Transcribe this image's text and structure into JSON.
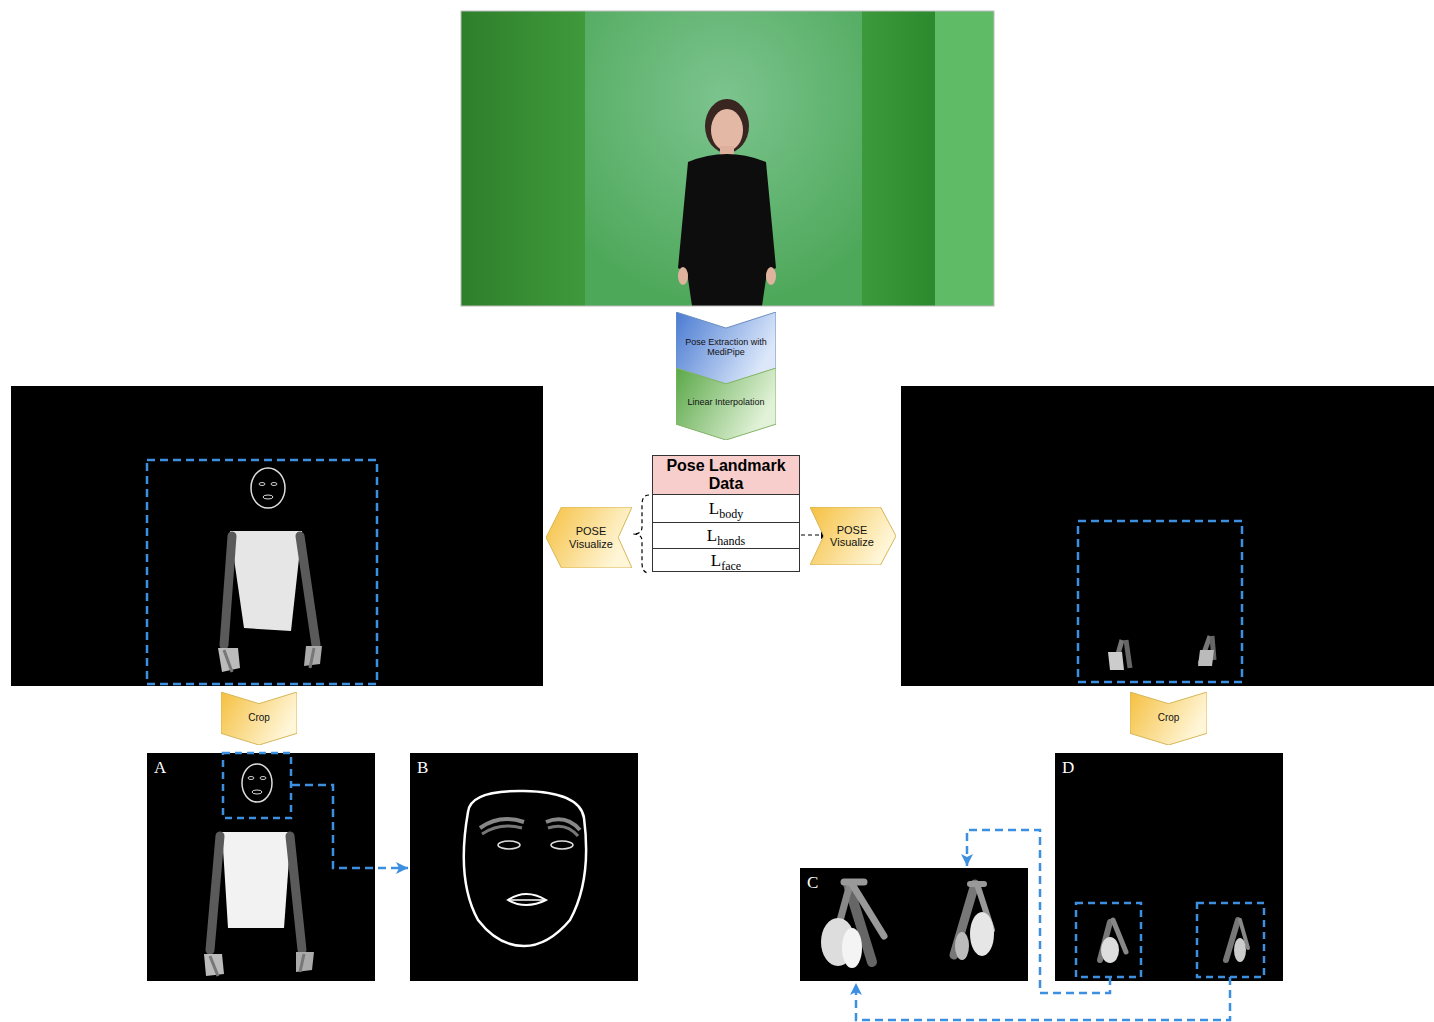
{
  "diagram": {
    "nodes": [
      {
        "text": [
          "Pose Extraction with MediPipe"
        ]
      },
      {
        "text": [
          "Linear Interpolation"
        ]
      },
      {
        "text": [
          "Pose Landmark Data"
        ]
      },
      {
        "text": [
          "L",
          "body"
        ],
        "in": 2
      },
      {
        "text": [
          "L",
          "hands"
        ],
        "in": 2
      },
      {
        "text": [
          "L",
          "face"
        ],
        "in": 2
      },
      {
        "text": [
          "POSE Visualize"
        ]
      },
      {
        "text": [
          "POSE Visualize"
        ]
      },
      {
        "text": [
          "Crop"
        ]
      },
      {
        "text": [
          "Crop"
        ]
      },
      {
        "text": [
          "A"
        ]
      },
      {
        "text": [
          "B"
        ]
      },
      {
        "text": [
          "C"
        ]
      },
      {
        "text": [
          "D"
        ]
      }
    ],
    "edges": [
      {
        "from": 2,
        "to": 6,
        "arrow": "none"
      },
      {
        "from": 4,
        "to": 7,
        "arrow": "to"
      },
      {
        "from": 10,
        "to": 11,
        "arrow": "to"
      },
      {
        "from": 13,
        "to": 12,
        "arrow": "to"
      },
      {
        "from": 13,
        "to": 12,
        "arrow": "to"
      }
    ]
  }
}
